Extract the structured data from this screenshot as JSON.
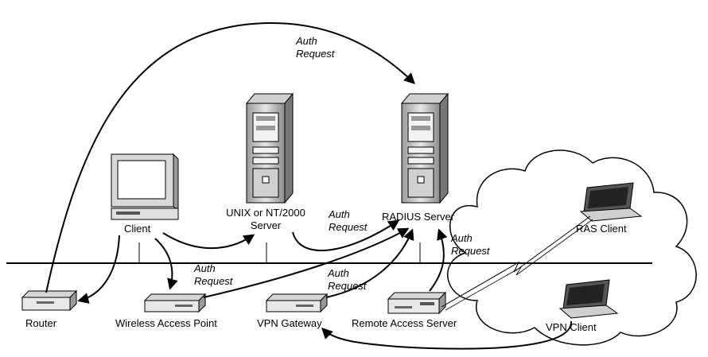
{
  "nodes": {
    "client": "Client",
    "unix_server": "UNIX or NT/2000\nServer",
    "radius_server": "RADIUS Server",
    "ras_client": "RAS Client",
    "router": "Router",
    "wireless_ap": "Wireless Access Point",
    "vpn_gateway": "VPN Gateway",
    "remote_access_server": "Remote Access Server",
    "vpn_client": "VPN Client"
  },
  "edge_labels": {
    "top_auth": "Auth\nRequest",
    "unix_auth": "Auth\nRequest",
    "wireless_auth": "Auth\nRequest",
    "vpn_auth": "Auth\nRequest",
    "ras_auth": "Auth\nRequest"
  }
}
